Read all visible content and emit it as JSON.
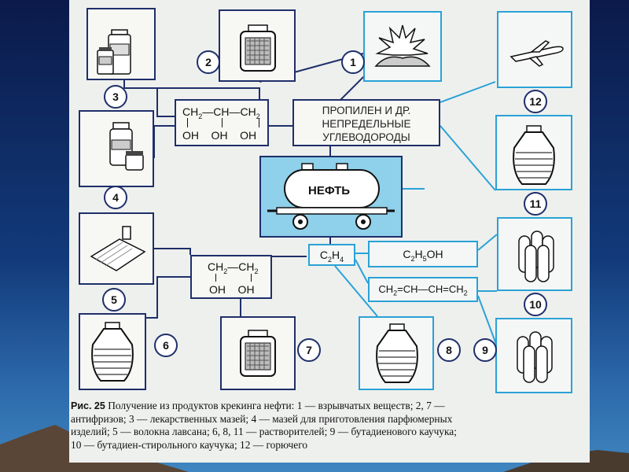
{
  "center_label": "НЕФТЬ",
  "propylene_label": [
    "ПРОПИЛЕН И ДР.",
    "НЕПРЕДЕЛЬНЫЕ",
    "УГЛЕВОДОРОДЫ"
  ],
  "glycerol": {
    "top": [
      "CH",
      "2",
      "—CH—CH",
      "2"
    ],
    "bottom": "OH    OH    OH"
  },
  "glycol": {
    "top": [
      "CH",
      "2",
      "—CH",
      "2"
    ],
    "bottom": "OH    OH"
  },
  "ethylene": [
    "C",
    "2",
    "H",
    "4"
  ],
  "ethanol": [
    "C",
    "2",
    "H",
    "5",
    "OH"
  ],
  "butadiene": [
    "CH",
    "2",
    "=CH—CH=CH",
    "2"
  ],
  "numbers": {
    "n1": "1",
    "n2": "2",
    "n3": "3",
    "n4": "4",
    "n5": "5",
    "n6": "6",
    "n7": "7",
    "n8": "8",
    "n9": "9",
    "n10": "10",
    "n11": "11",
    "n12": "12"
  },
  "caption": {
    "fig": "Рис. 25",
    "lines": [
      "Получение из продуктов крекинга нефти: 1 — взрывчатых веществ; 2, 7 —",
      "антифризов; 3 — лекарственных мазей; 4 — мазей для приготовления парфюмерных",
      "изделий; 5 — волокна лавсана; 6, 8, 11 — растворителей; 9 — бутадиенового каучука;",
      "10 — бутадиен-стирольного каучука; 12 — горючего"
    ]
  },
  "colors": {
    "dark_border": "#1f2f6a",
    "light_border": "#2aa2d6",
    "center_fill": "#8fd0ea",
    "background": "#123a7a"
  }
}
